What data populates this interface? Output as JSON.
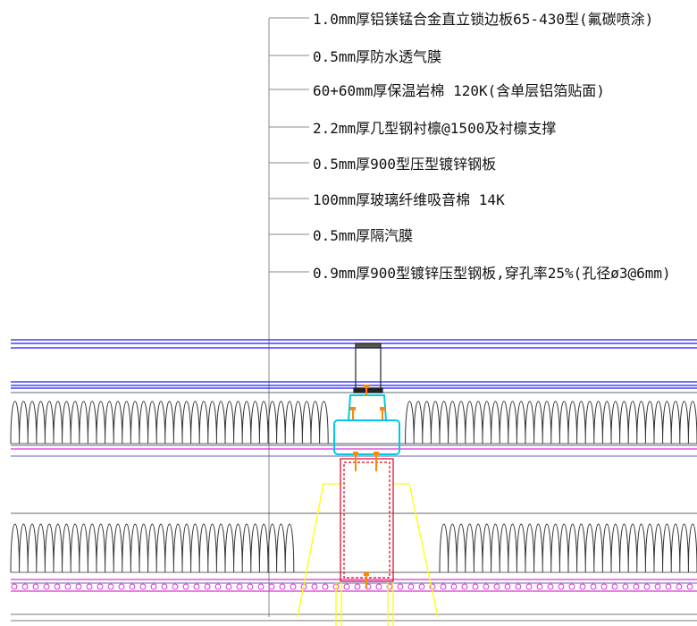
{
  "labels": [
    "1.0mm厚铝镁锰合金直立锁边板65-430型(氟碳喷涂)",
    "0.5mm厚防水透气膜",
    "60+60mm厚保温岩棉 120K(含单层铝箔贴面)",
    "2.2mm厚几型钢衬檩@1500及衬檩支撑",
    "0.5mm厚900型压型镀锌钢板",
    "100mm厚玻璃纤维吸音棉 14K",
    "0.5mm厚隔汽膜",
    "0.9mm厚900型镀锌压型钢板,穿孔率25%(孔径ø3@6mm)"
  ],
  "colors": {
    "leader": "#8a8a8a",
    "text": "#111111",
    "roof_panel": "#1a1aff",
    "membrane": "#cc00cc",
    "insulation": "#333333",
    "purlin": "#00c8e6",
    "steel": "#e0001e",
    "bracket": "#ffff00",
    "fastener": "#ff8800",
    "clip": "#222222"
  }
}
